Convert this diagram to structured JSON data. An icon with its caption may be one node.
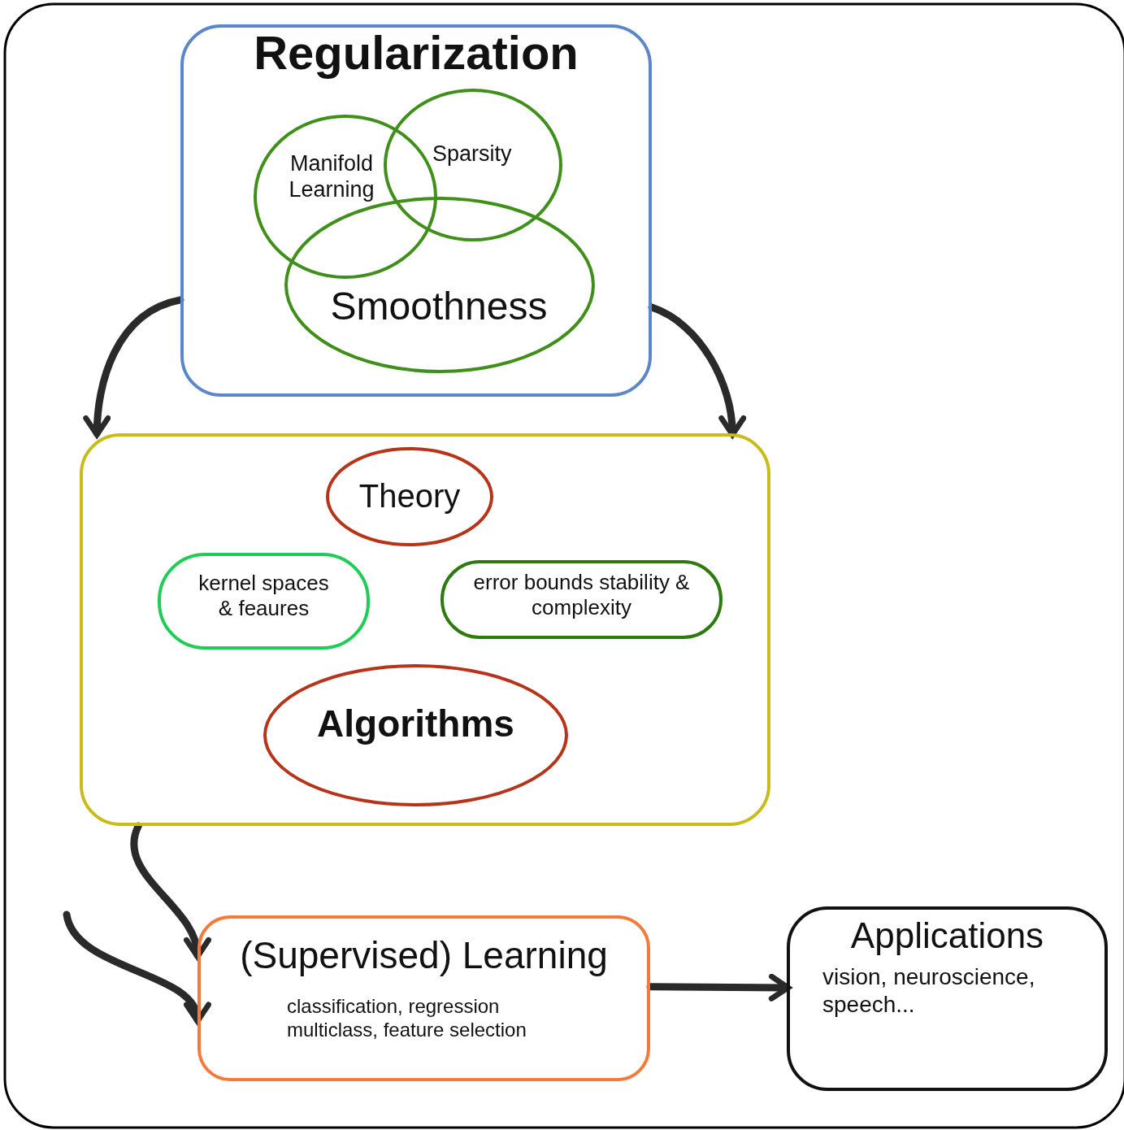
{
  "diagram": {
    "nodes": [
      {
        "text": [
          "Regularization"
        ]
      },
      {
        "text": [
          "Manifold Learning"
        ],
        "in": 0
      },
      {
        "text": [
          "Sparsity"
        ],
        "in": 0
      },
      {
        "text": [
          "Smoothness"
        ],
        "in": 0
      },
      {
        "text": [],
        "shape": "box"
      },
      {
        "text": [
          "Theory"
        ],
        "in": 4
      },
      {
        "text": [
          "kernel spaces & feaures"
        ],
        "in": 4
      },
      {
        "text": [
          "error bounds stability & complexity"
        ],
        "in": 4
      },
      {
        "text": [
          "Algorithms"
        ],
        "in": 4
      },
      {
        "text": [
          "(Supervised) Learning",
          "classification, regression multiclass, feature selection"
        ]
      },
      {
        "text": [
          "Applications",
          "vision, neuroscience, speech..."
        ]
      }
    ],
    "edges": [
      {
        "from": 0,
        "to": 4,
        "arrow": "to"
      },
      {
        "from": 0,
        "to": 4,
        "arrow": "to"
      },
      {
        "from": 4,
        "to": 9,
        "arrow": "to"
      },
      {
        "from": null,
        "to": 9,
        "arrow": "to"
      },
      {
        "from": 9,
        "to": 10,
        "arrow": "to"
      }
    ]
  }
}
